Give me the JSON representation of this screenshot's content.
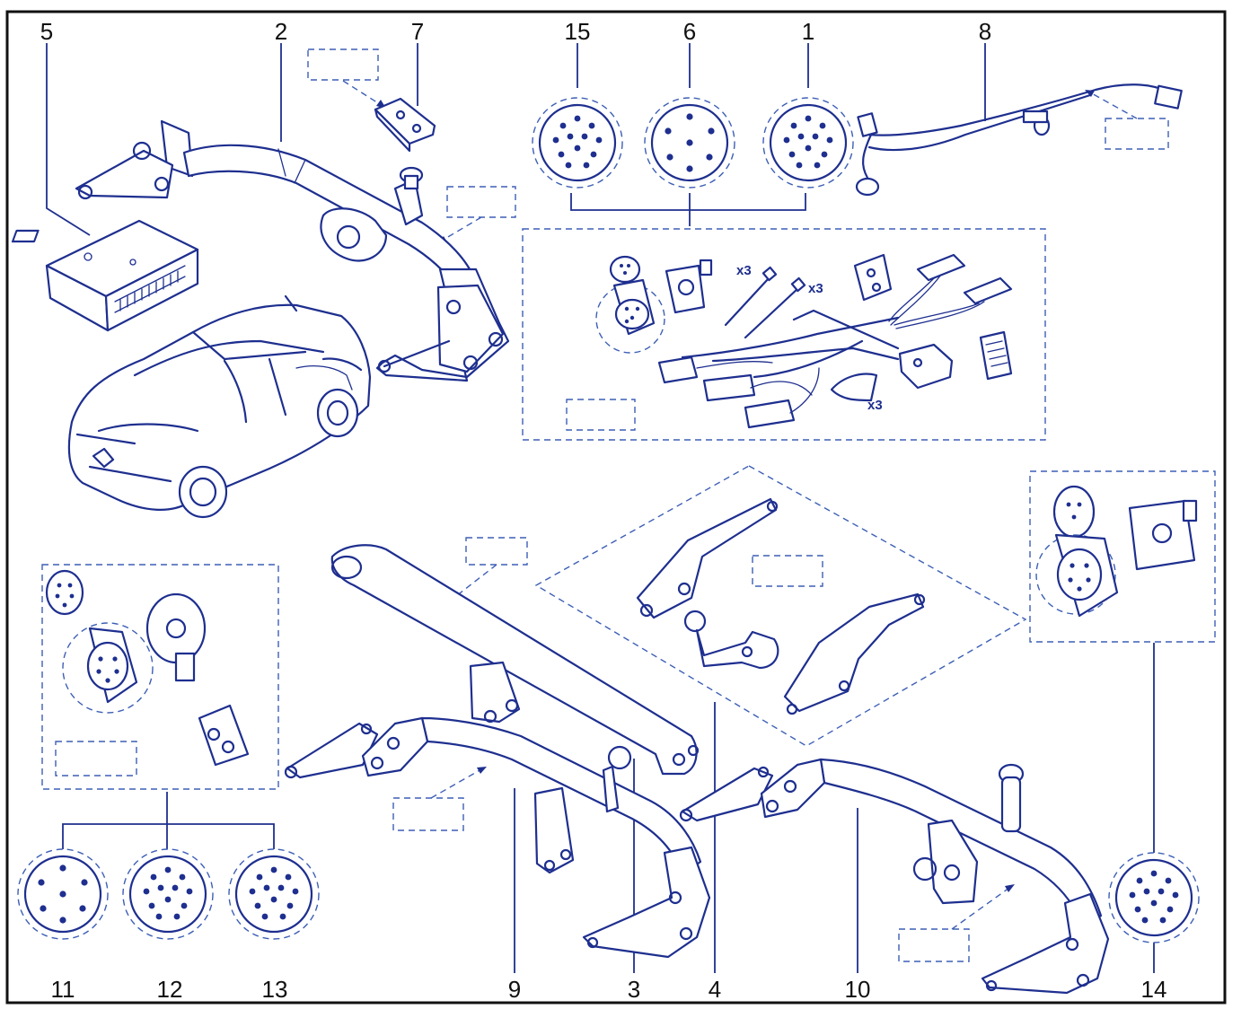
{
  "diagram": {
    "callouts": [
      "5",
      "2",
      "7",
      "15",
      "6",
      "1",
      "8",
      "11",
      "12",
      "13",
      "9",
      "3",
      "4",
      "10",
      "14"
    ],
    "quantity_marks": [
      "x3",
      "x3",
      "x3"
    ],
    "colors": {
      "line": "#1e2f8f",
      "dashed_box": "#3d5fb5",
      "numbers": "#111111",
      "frame": "#111111"
    }
  }
}
